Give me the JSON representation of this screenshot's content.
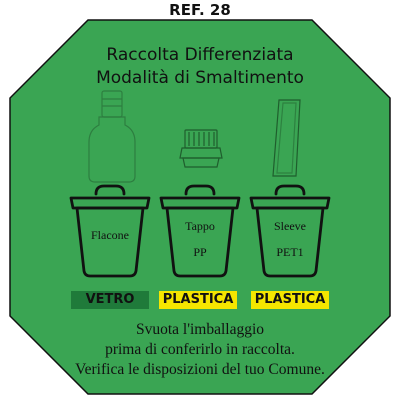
{
  "ref_label": "REF. 28",
  "title": {
    "line1": "Raccolta Differenziata",
    "line2": "Modalità di Smaltimento"
  },
  "bins": [
    {
      "label1": "Flacone",
      "label2": "",
      "tag": "VETRO",
      "tag_bg": "#1f7a3a",
      "icon": "glass-bottle-icon"
    },
    {
      "label1": "Tappo",
      "label2": "PP",
      "tag": "PLASTICA",
      "tag_bg": "#f5e600",
      "icon": "bottle-cap-icon"
    },
    {
      "label1": "Sleeve",
      "label2": "PET1",
      "tag": "PLASTICA",
      "tag_bg": "#f5e600",
      "icon": "sleeve-tube-icon"
    }
  ],
  "footer": {
    "line1": "Svuota l'imballaggio",
    "line2": "prima di conferirlo in raccolta.",
    "line3": "Verifica le disposizioni del tuo Comune."
  },
  "colors": {
    "panel_bg": "#3aa553",
    "outline": "#111111"
  }
}
